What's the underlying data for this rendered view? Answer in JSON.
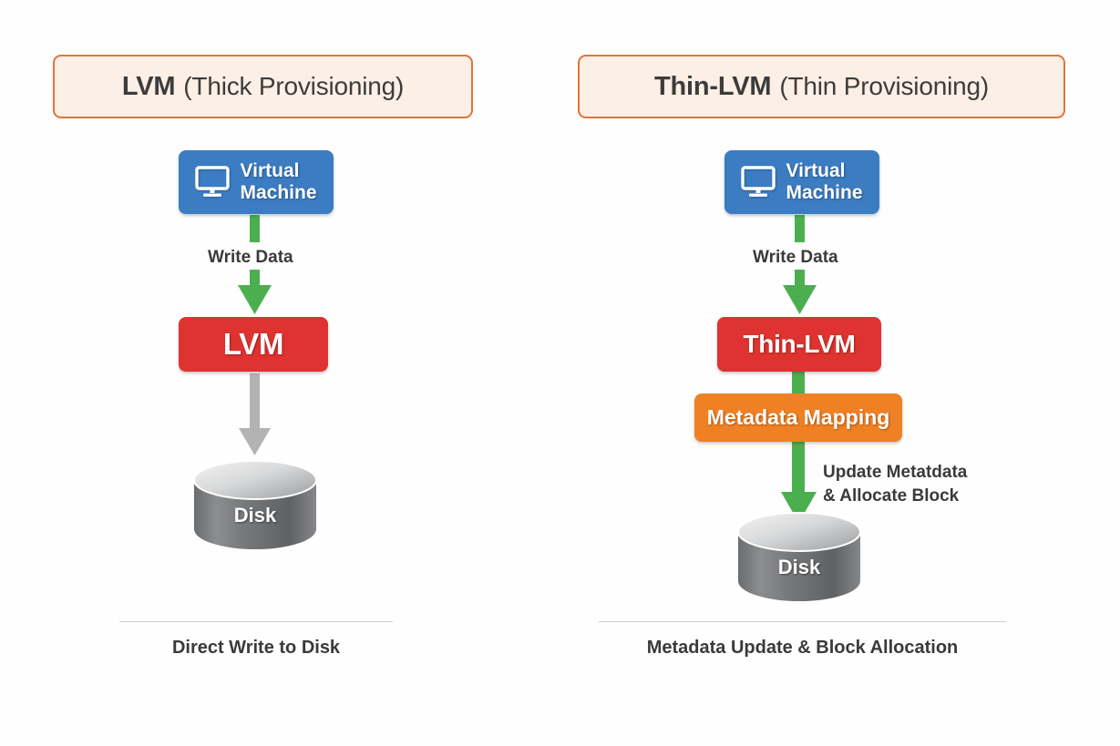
{
  "diagram": {
    "title_left": "LVM (Thick Provisioning)",
    "title_right": "Thin-LVM (Thin Provisioning)",
    "background_color": "#fefefe",
    "colors": {
      "header_fill": "#fcefe5",
      "header_border": "#e0743d",
      "vm_blue": "#3b7cc2",
      "lvm_red": "#de3330",
      "metadata_orange": "#ef8024",
      "arrow_green": "#4caf4f",
      "arrow_gray": "#b3b3b3",
      "disk_gray": "#6e7072",
      "text_dark": "#3a3a3a",
      "divider": "#cfcfcf"
    }
  },
  "left_column": {
    "header": {
      "strong": "LVM",
      "normal": "(Thick Provisioning)"
    },
    "vm": {
      "line1": "Virtual",
      "line2": "Machine",
      "icon": "monitor-icon"
    },
    "flow_label": "Write Data",
    "engine": "LVM",
    "disk": "Disk",
    "caption": "Direct Write to Disk",
    "arrows": [
      {
        "name": "vm-to-lvm",
        "color": "#4caf4f",
        "style": "green-down"
      },
      {
        "name": "lvm-to-disk",
        "color": "#b3b3b3",
        "style": "gray-down"
      }
    ]
  },
  "right_column": {
    "header": {
      "strong": "Thin-LVM",
      "normal": "(Thin Provisioning)"
    },
    "vm": {
      "line1": "Virtual",
      "line2": "Machine",
      "icon": "monitor-icon"
    },
    "flow_label": "Write Data",
    "engine": "Thin-LVM",
    "metadata": "Metadata Mapping",
    "annotation_line1": "Update Metatdata",
    "annotation_line2": "& Allocate Block",
    "disk": "Disk",
    "caption": "Metadata Update & Block Allocation",
    "arrows": [
      {
        "name": "vm-to-thinlvm",
        "color": "#4caf4f",
        "style": "green-down"
      },
      {
        "name": "thinlvm-to-metadata",
        "color": "#4caf4f",
        "style": "green-connector"
      },
      {
        "name": "metadata-to-disk",
        "color": "#4caf4f",
        "style": "green-down"
      }
    ]
  }
}
